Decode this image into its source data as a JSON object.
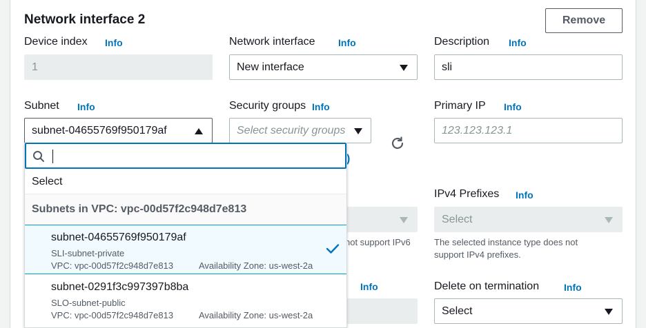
{
  "section": {
    "title": "Network interface 2",
    "remove_label": "Remove",
    "info_label": "Info"
  },
  "device_index": {
    "label": "Device index",
    "value": "1"
  },
  "network_interface": {
    "label": "Network interface",
    "value": "New interface"
  },
  "description": {
    "label": "Description",
    "value": "sli"
  },
  "subnet": {
    "label": "Subnet",
    "value": "subnet-04655769f950179af"
  },
  "security_groups": {
    "label": "Security groups",
    "placeholder": "Select security groups"
  },
  "primary_ip": {
    "label": "Primary IP",
    "placeholder": "123.123.123.1"
  },
  "hidden_fragments": {
    "paren": ")",
    "ipv6_note": "not support IPv6"
  },
  "ipv4_prefixes": {
    "label": "IPv4 Prefixes",
    "value": "Select",
    "note_line1": "The selected instance type does not",
    "note_line2": "support IPv4 prefixes."
  },
  "delete_on_termination": {
    "label": "Delete on termination",
    "value": "Select"
  },
  "subnet_dropdown": {
    "select_label": "Select",
    "group_label": "Subnets in VPC: vpc-00d57f2c948d7e813",
    "options": [
      {
        "id": "subnet-04655769f950179af",
        "name": "SLI-subnet-private",
        "vpc": "VPC: vpc-00d57f2c948d7e813",
        "az": "Availability Zone: us-west-2a",
        "selected": true
      },
      {
        "id": "subnet-0291f3c997397b8ba",
        "name": "SLO-subnet-public",
        "vpc": "VPC: vpc-00d57f2c948d7e813",
        "az": "Availability Zone: us-west-2a",
        "selected": false
      }
    ]
  },
  "colors": {
    "accent": "#0073bb",
    "selected_bg": "#f1faff",
    "check": "#0073bb"
  }
}
